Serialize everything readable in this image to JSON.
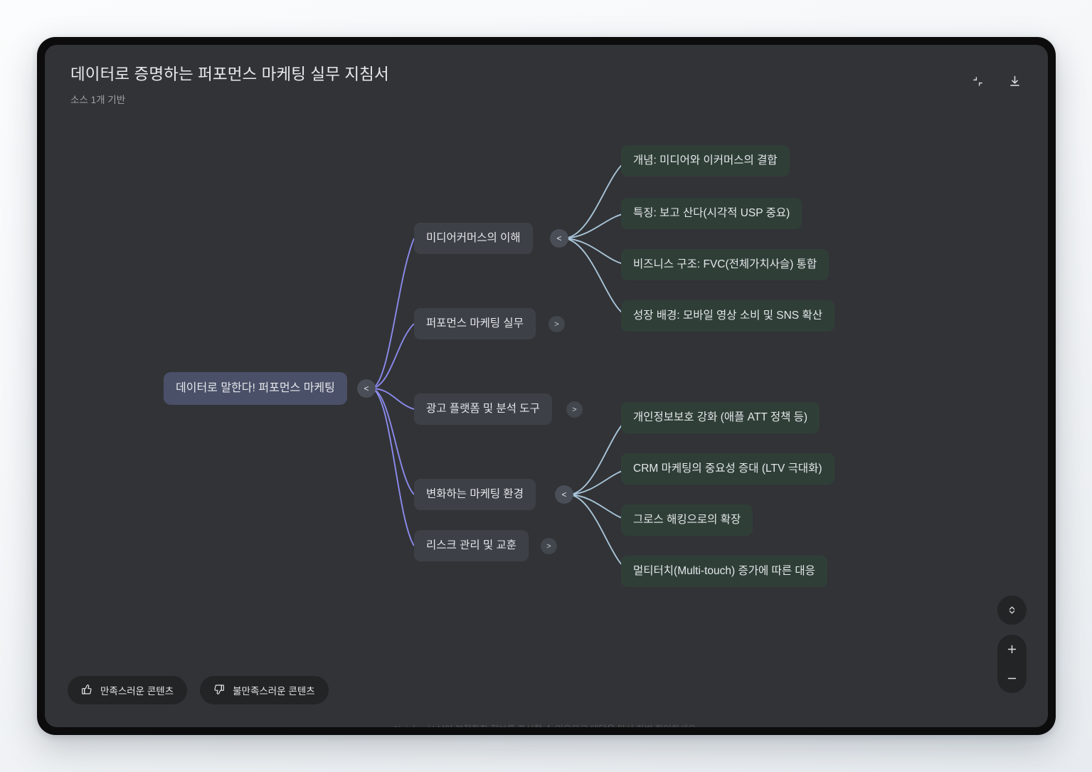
{
  "header": {
    "title": "데이터로 증명하는 퍼포먼스 마케팅 실무 지침서",
    "subtitle": "소스 1개 기반",
    "actions": [
      {
        "name": "collapse-all-icon",
        "label": "모두 접기"
      },
      {
        "name": "download-icon",
        "label": "다운로드"
      }
    ]
  },
  "mindmap": {
    "root": {
      "label": "데이터로 말한다! 퍼포먼스 마케팅",
      "toggle": "<",
      "expanded": true
    },
    "branches": [
      {
        "label": "미디어커머스의 이해",
        "toggle": "<",
        "expanded": true
      },
      {
        "label": "퍼포먼스 마케팅 실무",
        "toggle": ">",
        "expanded": false
      },
      {
        "label": "광고 플랫폼 및 분석 도구",
        "toggle": ">",
        "expanded": false
      },
      {
        "label": "변화하는 마케팅 환경",
        "toggle": "<",
        "expanded": true
      },
      {
        "label": "리스크 관리 및 교훈",
        "toggle": ">",
        "expanded": false
      }
    ],
    "leaves_group_1": [
      {
        "label": "개념: 미디어와 이커머스의 결합"
      },
      {
        "label": "특징: 보고 산다(시각적 USP 중요)"
      },
      {
        "label": "비즈니스 구조: FVC(전체가치사슬) 통합"
      },
      {
        "label": "성장 배경: 모바일 영상 소비 및 SNS 확산"
      }
    ],
    "leaves_group_2": [
      {
        "label": "개인정보보호 강화 (애플 ATT 정책 등)"
      },
      {
        "label": "CRM 마케팅의 중요성 증대 (LTV 극대화)"
      },
      {
        "label": "그로스 해킹으로의 확장"
      },
      {
        "label": "멀티터치(Multi-touch) 증가에 따른 대응"
      }
    ],
    "colors": {
      "root_node": "#4b5069",
      "branch_node": "#3d4147",
      "leaf_node": "#2f3f38",
      "edge_root": "#8b8aed",
      "edge_branch": "#a8c4d8",
      "canvas": "#323336"
    }
  },
  "feedback": {
    "positive_label": "만족스러운 콘텐츠",
    "negative_label": "불만족스러운 콘텐츠"
  },
  "zoom_controls": {
    "fit_label": "화면에 맞추기",
    "zoom_in_label": "+",
    "zoom_out_label": "−"
  },
  "footer": {
    "disclaimer": "NotebookLM이 부정확한 정보를 표시할 수 있으므로 대답을 다시 한번 확인하세요."
  }
}
